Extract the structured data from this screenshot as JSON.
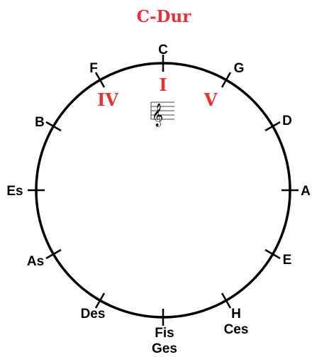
{
  "title": "C-Dur",
  "accent_color": "#e53237",
  "keys": [
    {
      "primary": "C",
      "secondary": ""
    },
    {
      "primary": "G",
      "secondary": ""
    },
    {
      "primary": "D",
      "secondary": ""
    },
    {
      "primary": "A",
      "secondary": ""
    },
    {
      "primary": "E",
      "secondary": ""
    },
    {
      "primary": "H",
      "secondary": "Ces"
    },
    {
      "primary": "Fis",
      "secondary": "Ges"
    },
    {
      "primary": "Des",
      "secondary": ""
    },
    {
      "primary": "As",
      "secondary": ""
    },
    {
      "primary": "Es",
      "secondary": ""
    },
    {
      "primary": "B",
      "secondary": ""
    },
    {
      "primary": "F",
      "secondary": ""
    }
  ],
  "degrees": {
    "tonic": "I",
    "subdominant": "IV",
    "dominant": "V"
  },
  "staff_icon": "treble-clef-staff-icon"
}
